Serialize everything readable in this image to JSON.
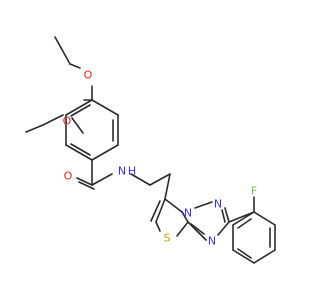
{
  "atoms": {
    "o_ethoxy_top": "O",
    "o_ethoxy_left": "O",
    "o_carbonyl": "O",
    "nh_amide": "N",
    "h_amide": "H",
    "n_bridge": "N",
    "n_triazole_upper": "N",
    "n_triazole_lower": "N",
    "s_thiazole": "S",
    "f_fluoro": "F"
  },
  "colors": {
    "bond": "#2b2b2b",
    "oxygen": "#e8221d",
    "nitrogen": "#3333ff",
    "sulfur": "#c8a400",
    "fluorine": "#7ec850",
    "carbon_text": "#2b2b2b"
  }
}
